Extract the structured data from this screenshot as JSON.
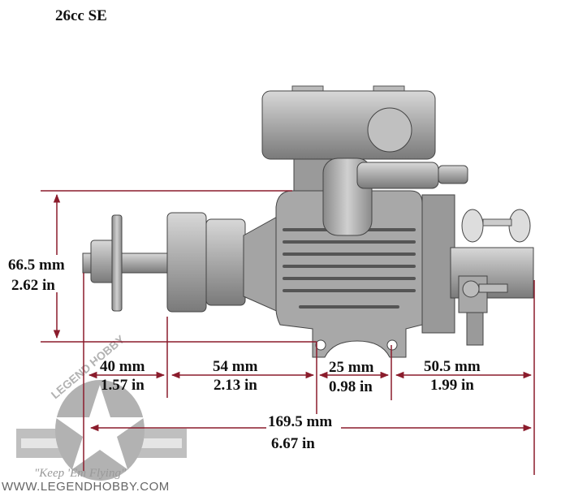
{
  "title": "26cc SE",
  "colors": {
    "dimension_line": "#8b1c2c",
    "engine": "#9a9a9a",
    "watermark": "#a0a0a0"
  },
  "dimensions": {
    "height": {
      "mm": "66.5 mm",
      "in": "2.62 in"
    },
    "shaft": {
      "mm": "40 mm",
      "in": "1.57 in"
    },
    "drive_to_mount": {
      "mm": "54 mm",
      "in": "2.13 in"
    },
    "mount_holes": {
      "mm": "25 mm",
      "in": "0.98 in"
    },
    "mount_to_rear": {
      "mm": "50.5 mm",
      "in": "1.99 in"
    },
    "overall_length": {
      "mm": "169.5 mm",
      "in": "6.67 in"
    }
  },
  "watermark": {
    "logo_text": "LEGEND HOBBY",
    "slogan": "\"Keep 'Em Flying\"",
    "url": "WWW.LEGENDHOBBY.COM"
  }
}
